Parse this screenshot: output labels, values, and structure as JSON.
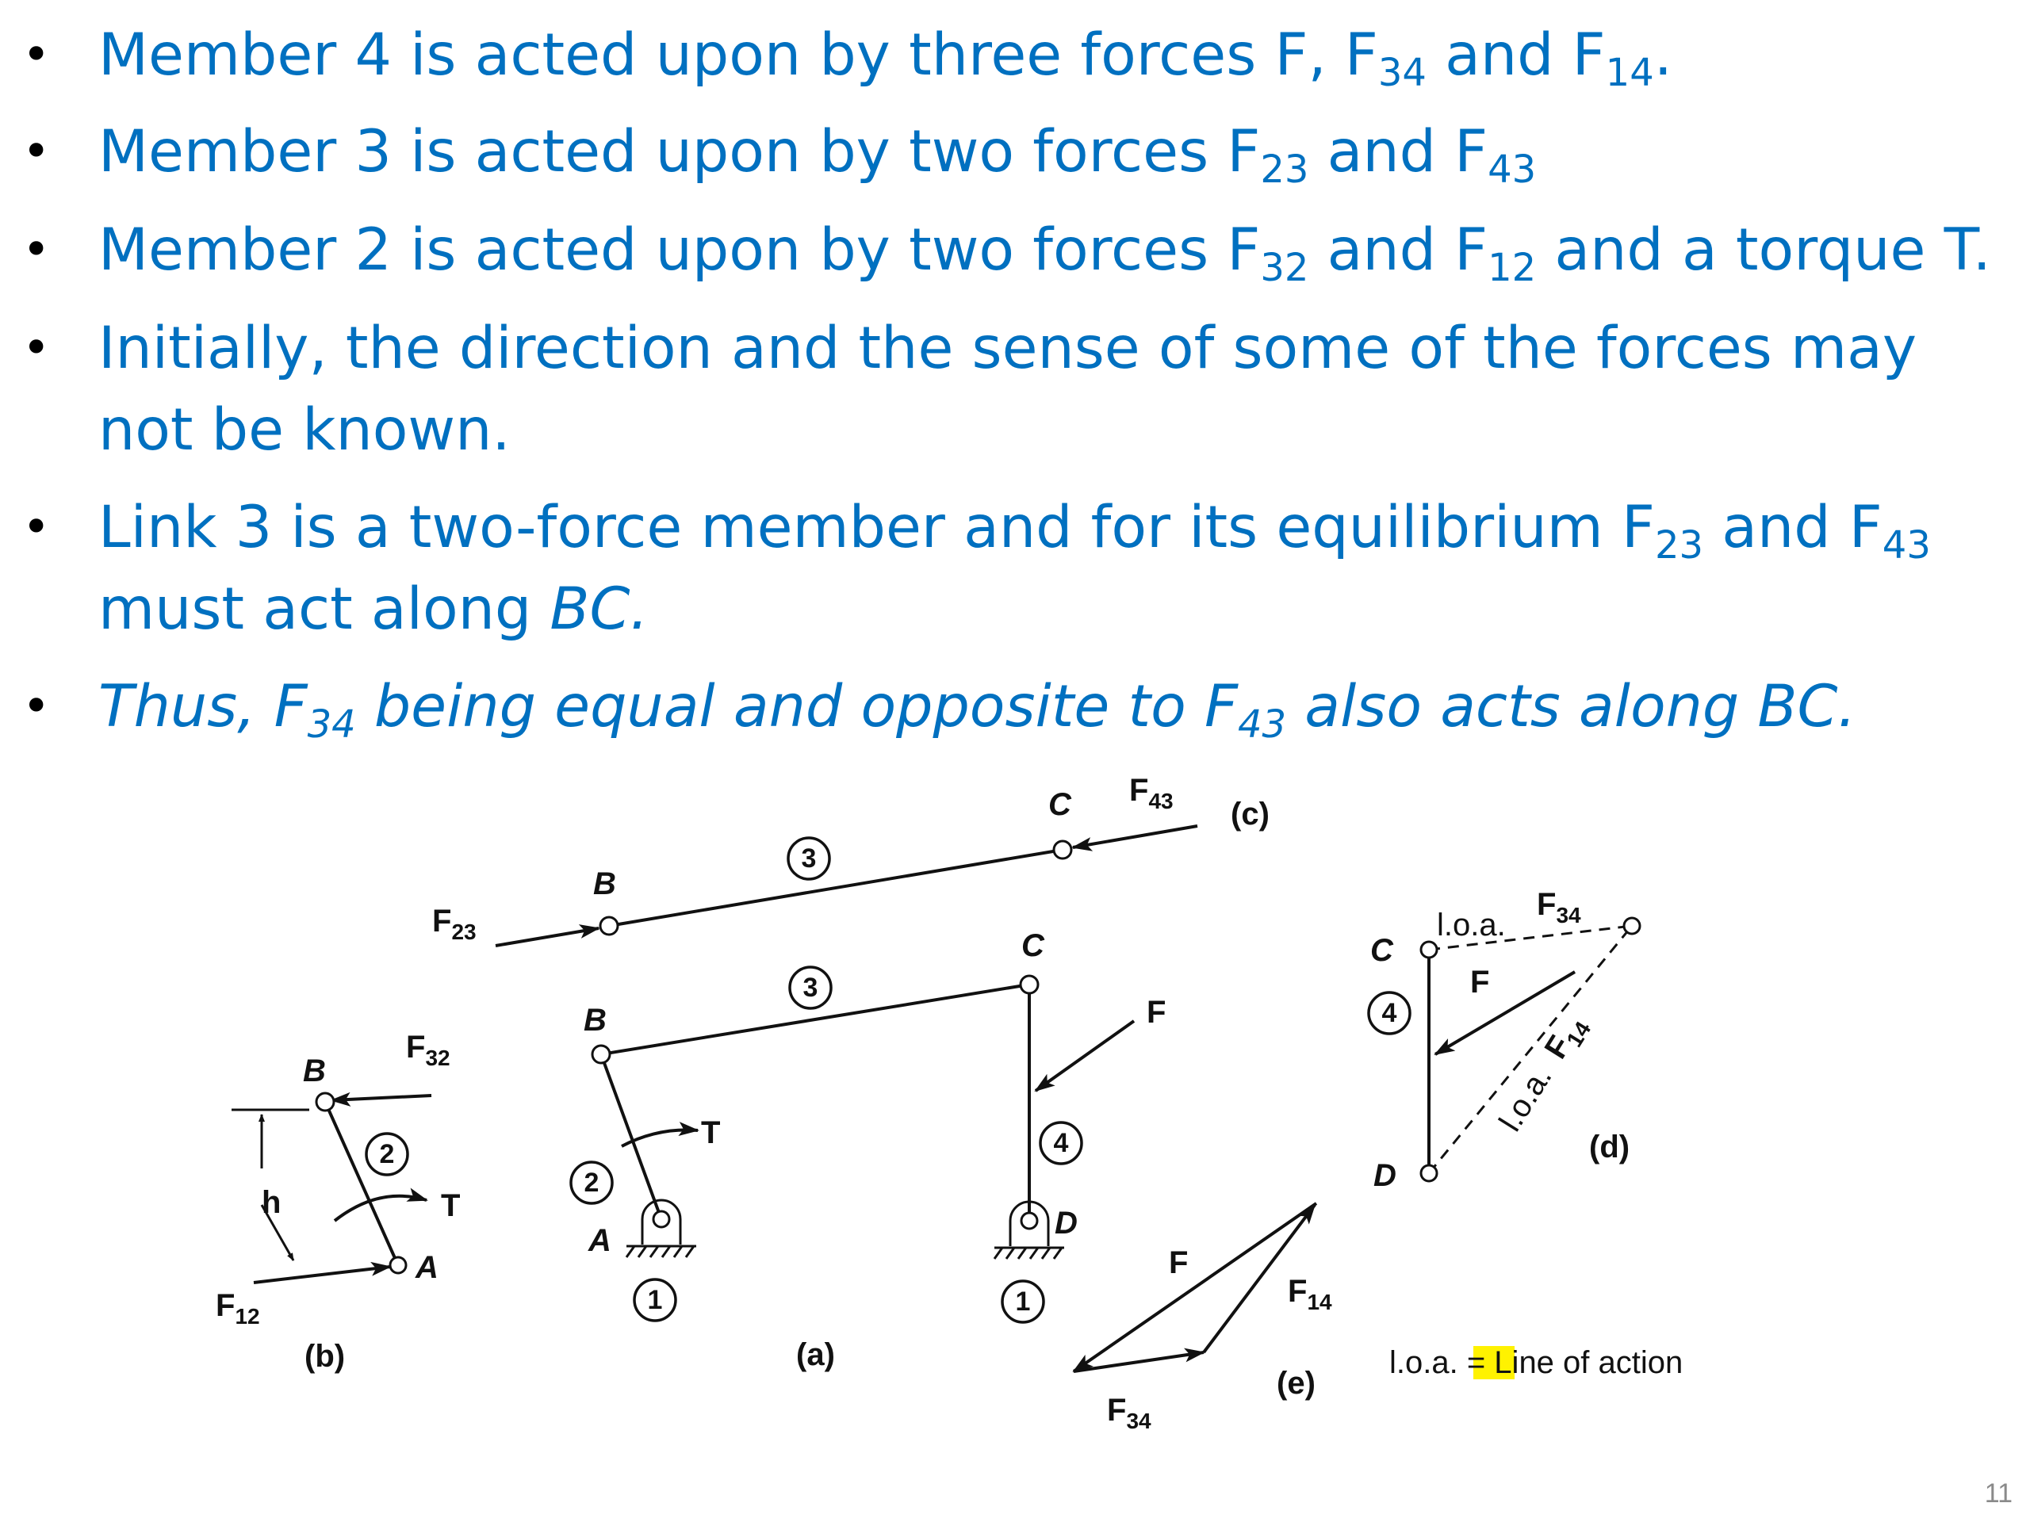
{
  "bullets": [
    {
      "t1": "Member 4 is acted upon by three forces F, F",
      "s1": "34",
      "t2": " and F",
      "s2": "14",
      "t3": "."
    },
    {
      "t1": "Member 3 is acted upon by two forces F",
      "s1": "23",
      "t2": " and F",
      "s2": "43"
    },
    {
      "t1": "Member 2 is acted upon by two forces F",
      "s1": "32",
      "t2": " and F",
      "s2": "12",
      "t3": " and a torque T."
    },
    {
      "t1": "Initially, the direction and the sense of some of the forces may not be known."
    },
    {
      "t1": "Link 3 is a two-force member and for its equilibrium F",
      "s1": "23",
      "t2": " and F",
      "s2": "43",
      "t3": " must act along ",
      "t4": "BC."
    },
    {
      "t1": "Thus, F",
      "s1": "34",
      "t2": " being equal and opposite to F",
      "s2": "43",
      "t3": " also acts along BC."
    }
  ],
  "diagram": {
    "captions": {
      "a": "(a)",
      "b": "(b)",
      "c": "(c)",
      "d": "(d)",
      "e": "(e)"
    },
    "points": {
      "A": "A",
      "B": "B",
      "C": "C",
      "D": "D"
    },
    "links": {
      "l1": "1",
      "l2": "2",
      "l3": "3",
      "l4": "4"
    },
    "forces": {
      "F": "F",
      "T": "T",
      "h": "h",
      "F23": {
        "base": "F",
        "sub": "23"
      },
      "F43": {
        "base": "F",
        "sub": "43"
      },
      "F32": {
        "base": "F",
        "sub": "32"
      },
      "F12": {
        "base": "F",
        "sub": "12"
      },
      "F34": {
        "base": "F",
        "sub": "34"
      },
      "F14": {
        "base": "F",
        "sub": "14"
      }
    },
    "loa": "l.o.a.",
    "legend": {
      "pre": "l.o.a. = Line ",
      "hl": "of",
      "post": " action"
    }
  },
  "page_number": "11"
}
